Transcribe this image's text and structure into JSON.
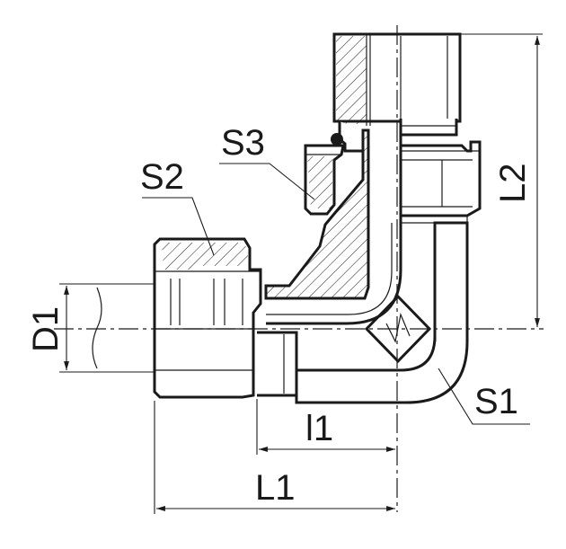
{
  "labels": {
    "d1": "D1",
    "l1": "L1",
    "l_small": "l1",
    "l2": "L2",
    "s1": "S1",
    "s2": "S2",
    "s3": "S3"
  },
  "colors": {
    "ink": "#1a1a1a",
    "background": "#ffffff"
  },
  "icons": {
    "maker_logo": "diamond-logo-icon"
  }
}
